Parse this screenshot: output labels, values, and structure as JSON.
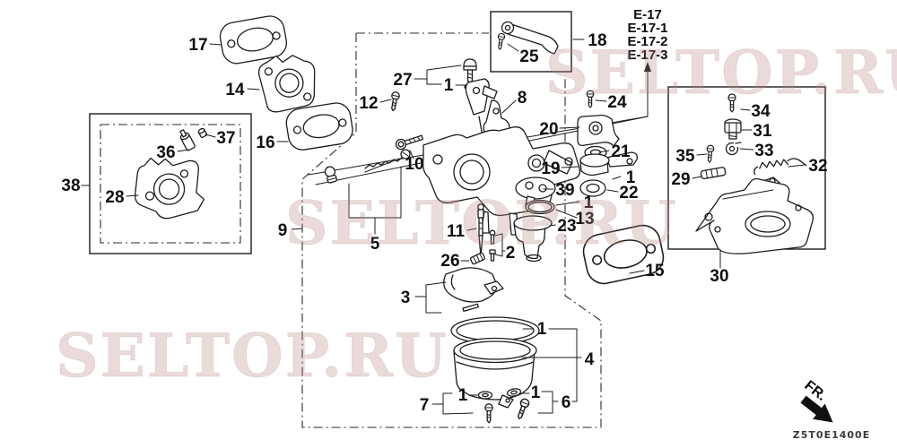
{
  "watermark": {
    "text": "SELTOP.RU",
    "color": "#b98884",
    "instances": 3
  },
  "reference_labels": [
    "E-17",
    "E-17-1",
    "E-17-2",
    "E-17-3"
  ],
  "drawing_code": "Z5T0E1400E",
  "front_marker": "FR.",
  "callouts": [
    "17",
    "14",
    "16",
    "38",
    "36",
    "37",
    "28",
    "27",
    "1",
    "12",
    "25",
    "18",
    "24",
    "8",
    "20",
    "21",
    "19",
    "1",
    "22",
    "39",
    "1",
    "13",
    "23",
    "11",
    "2",
    "26",
    "3",
    "15",
    "9",
    "5",
    "10",
    "1",
    "4",
    "7",
    "1",
    "1",
    "6",
    "34",
    "31",
    "33",
    "35",
    "32",
    "29",
    "30"
  ]
}
